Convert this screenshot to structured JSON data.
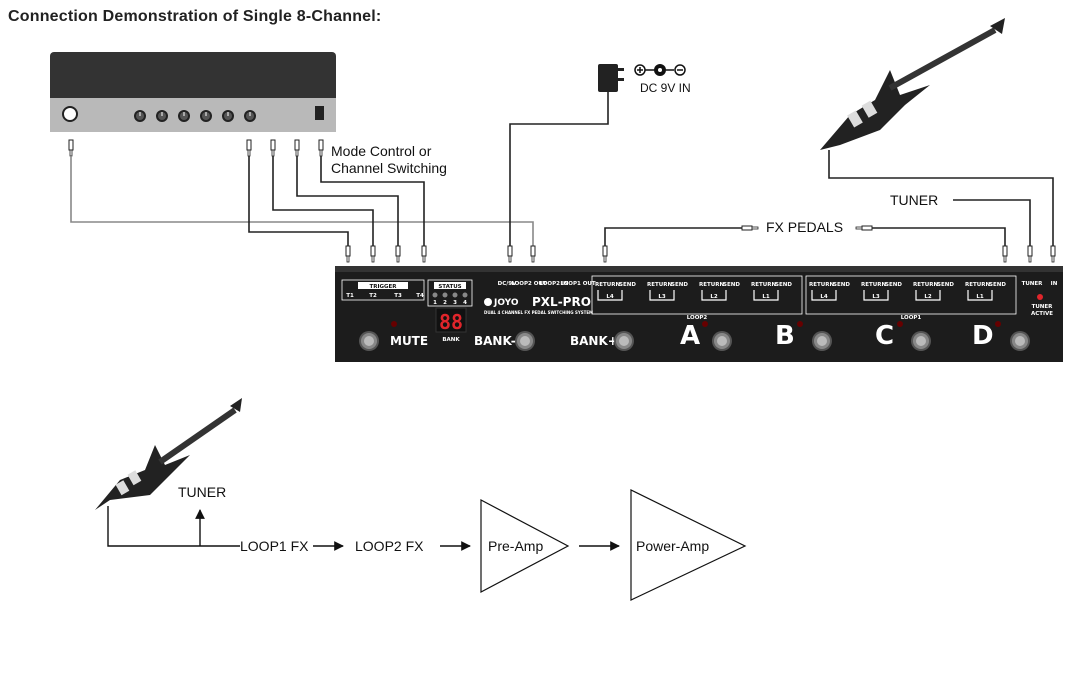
{
  "title": "Connection Demonstration of Single 8-Channel:",
  "power": {
    "label": "DC 9V IN"
  },
  "amp": {
    "note_line1": "Mode Control or",
    "note_line2": "Channel Switching"
  },
  "labels": {
    "fx_pedals": "FX PEDALS",
    "tuner": "TUNER"
  },
  "pedal": {
    "brand": "JOYO",
    "model": "PXL-PRO",
    "subtitle": "DUAL 4 CHANNEL FX PEDAL SWITCHING SYSTEM",
    "trigger_label": "TRIGGER",
    "triggers": [
      "T1",
      "T2",
      "T3",
      "T4"
    ],
    "status_label": "STATUS",
    "status_nums": [
      "1",
      "2",
      "3",
      "4"
    ],
    "display": "88",
    "bank_label": "BANK",
    "mute": "MUTE",
    "bank_minus": "BANK-",
    "bank_plus": "BANK+",
    "footswitches": [
      "A",
      "B",
      "C",
      "D"
    ],
    "top_jacks": [
      "DC/9V",
      "LOOP2 OUT",
      "LOOP2 IN",
      "LOOP1 OUT"
    ],
    "return": "RETURN",
    "send": "SEND",
    "loop2_channels": [
      "L4",
      "L3",
      "L2",
      "L1"
    ],
    "loop1_channels": [
      "L4",
      "L3",
      "L2",
      "L1"
    ],
    "loop2": "LOOP2",
    "loop1": "LOOP1",
    "tuner": "TUNER",
    "in": "IN",
    "tuner_active_1": "TUNER",
    "tuner_active_2": "ACTIVE"
  },
  "flow": {
    "tuner": "TUNER",
    "loop1": "LOOP1 FX",
    "loop2": "LOOP2 FX",
    "preamp": "Pre-Amp",
    "poweramp": "Power-Amp"
  }
}
